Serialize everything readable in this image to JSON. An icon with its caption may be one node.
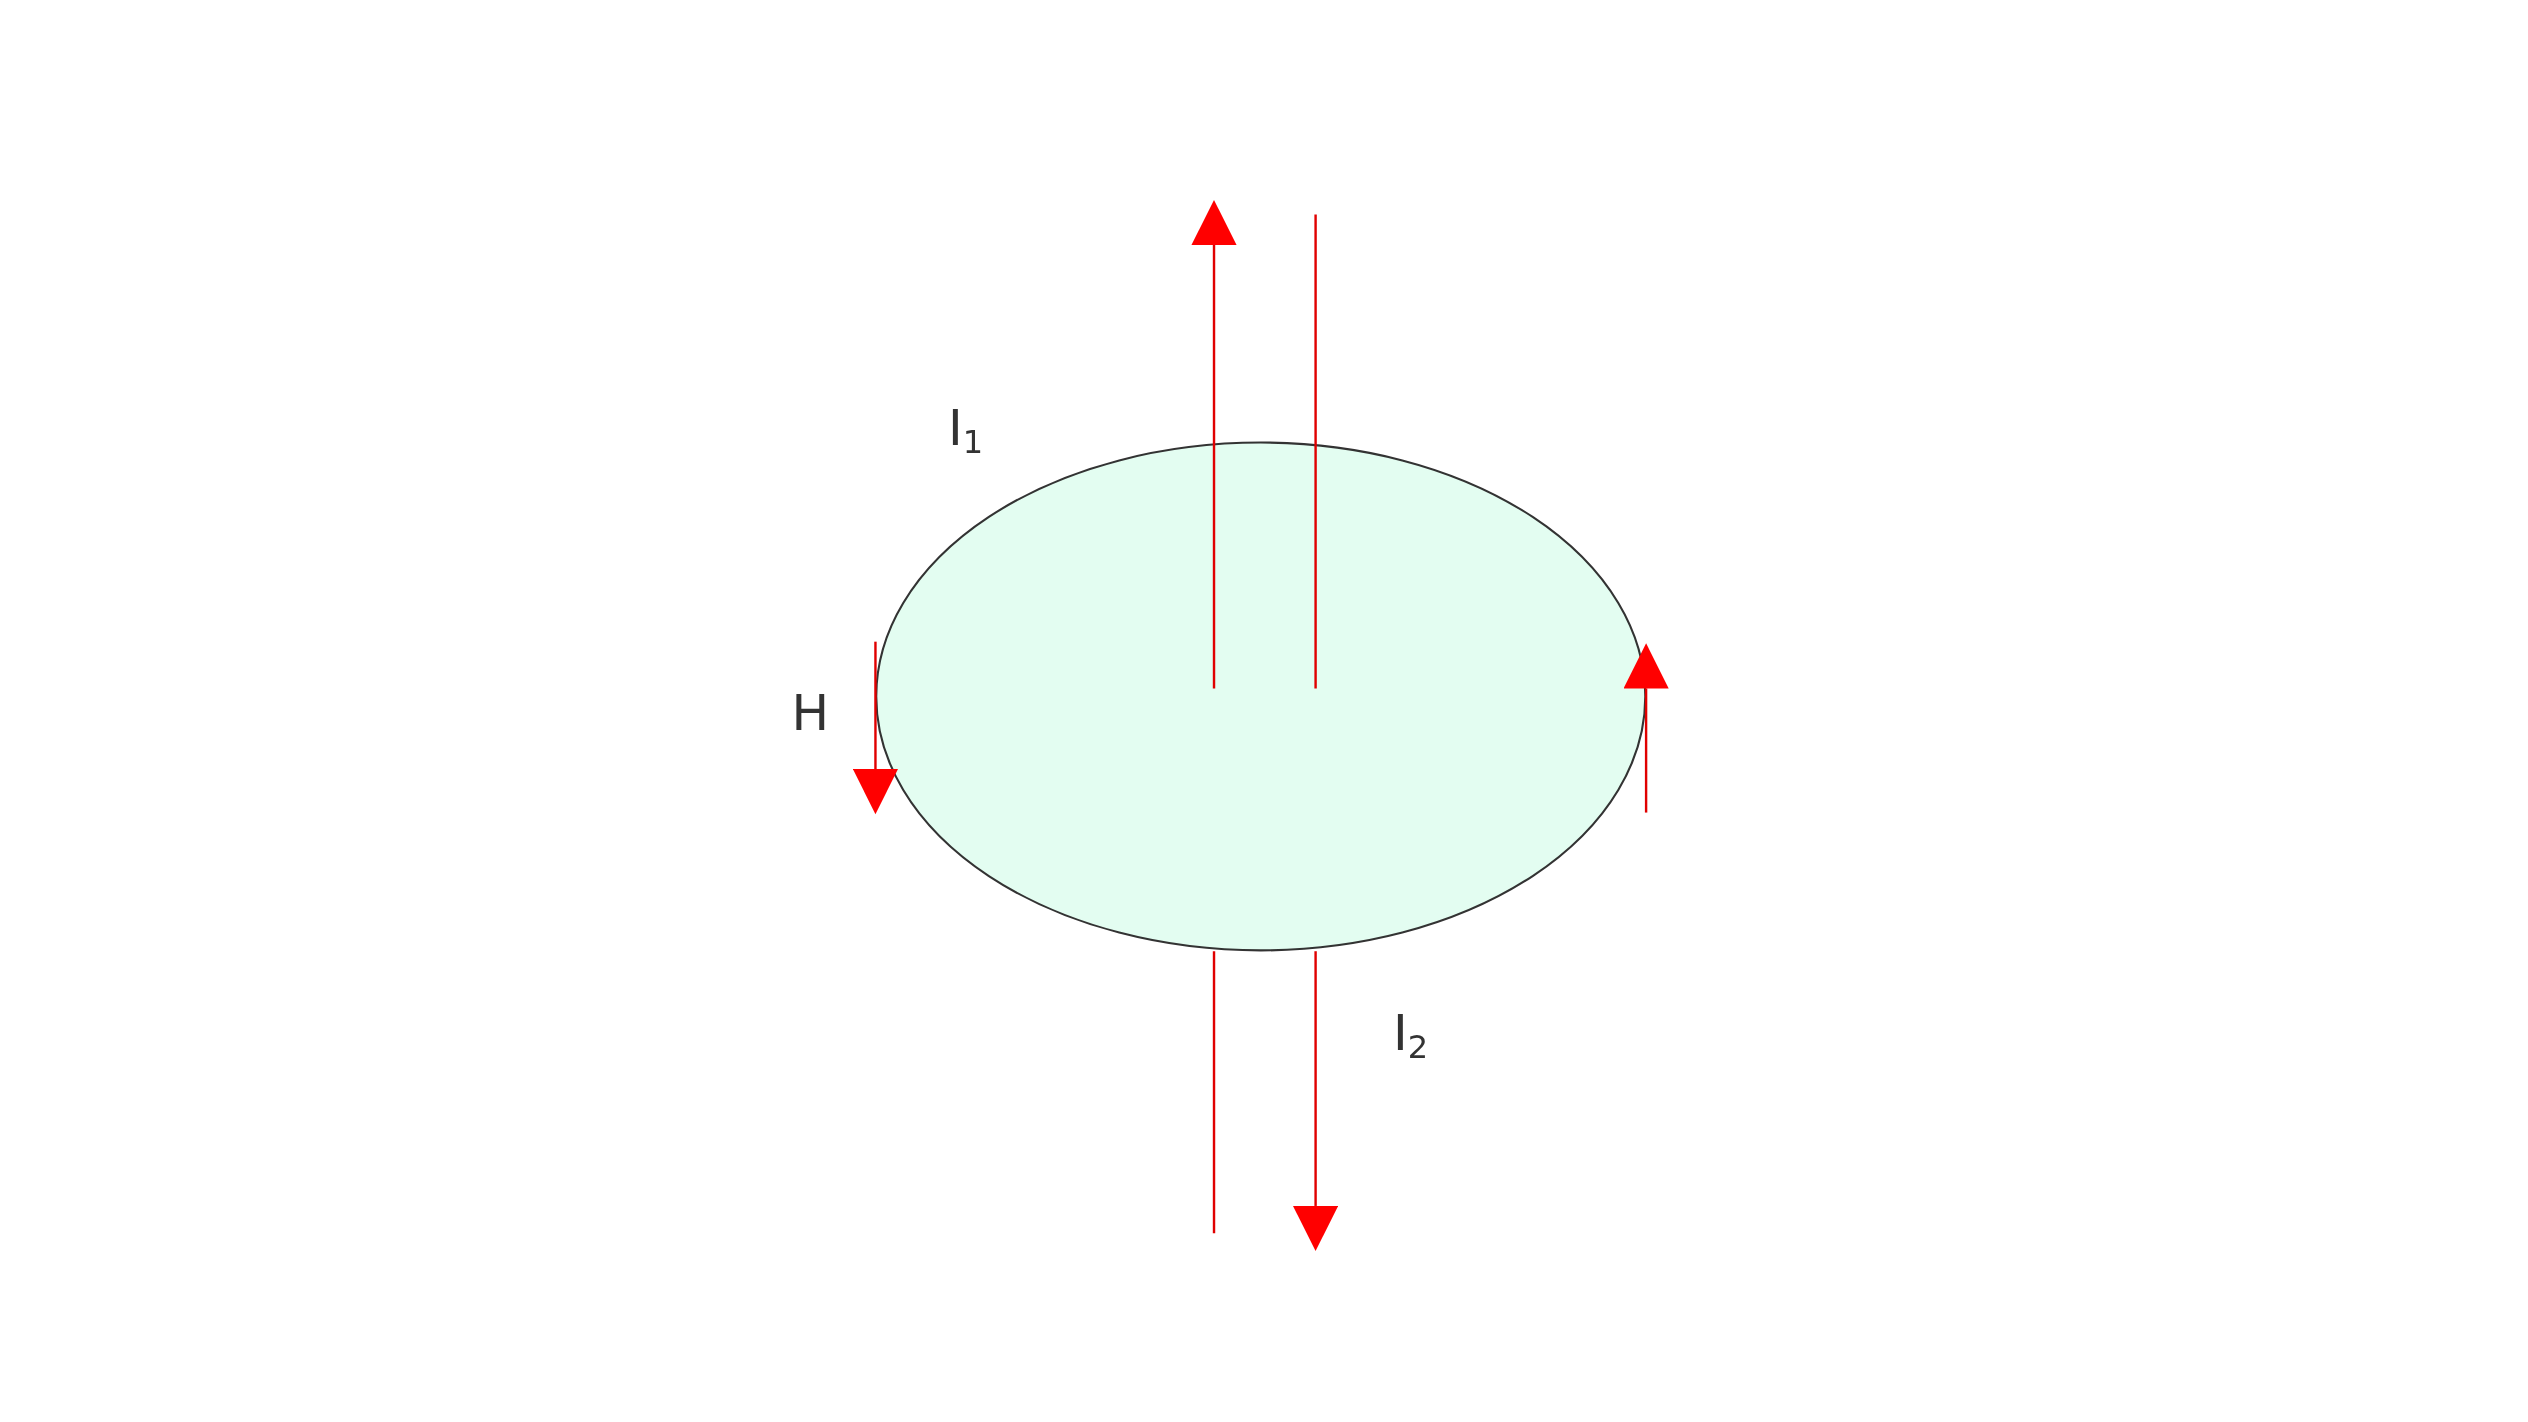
{
  "diagram": {
    "nodes": [
      {
        "text": [],
        "shape": "ellipse"
      }
    ],
    "labels": [
      "I$_{1}$",
      "H",
      "I$_{2}$"
    ]
  }
}
